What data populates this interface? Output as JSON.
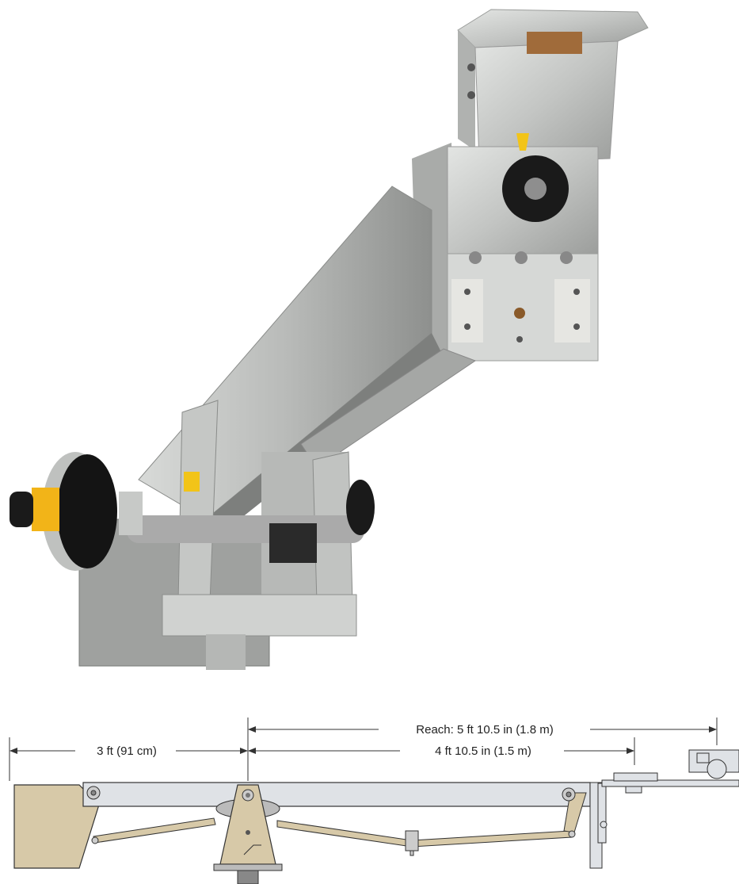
{
  "photo": {
    "subject_icon": "camera-crane-arm-photo"
  },
  "diagram": {
    "reach_label": "Reach: 5 ft  10.5 in (1.8 m)",
    "rear_label": "3 ft (91 cm)",
    "front_label": "4 ft  10.5 in (1.5 m)"
  },
  "colors": {
    "metal": "#c9cbc9",
    "metal_dark": "#8f9190",
    "knob": "#1a1a1a",
    "accent_yellow": "#f2b418",
    "counterweight_tan": "#d7c9a8",
    "diagram_arm": "#dfe2e6",
    "line": "#333333"
  }
}
